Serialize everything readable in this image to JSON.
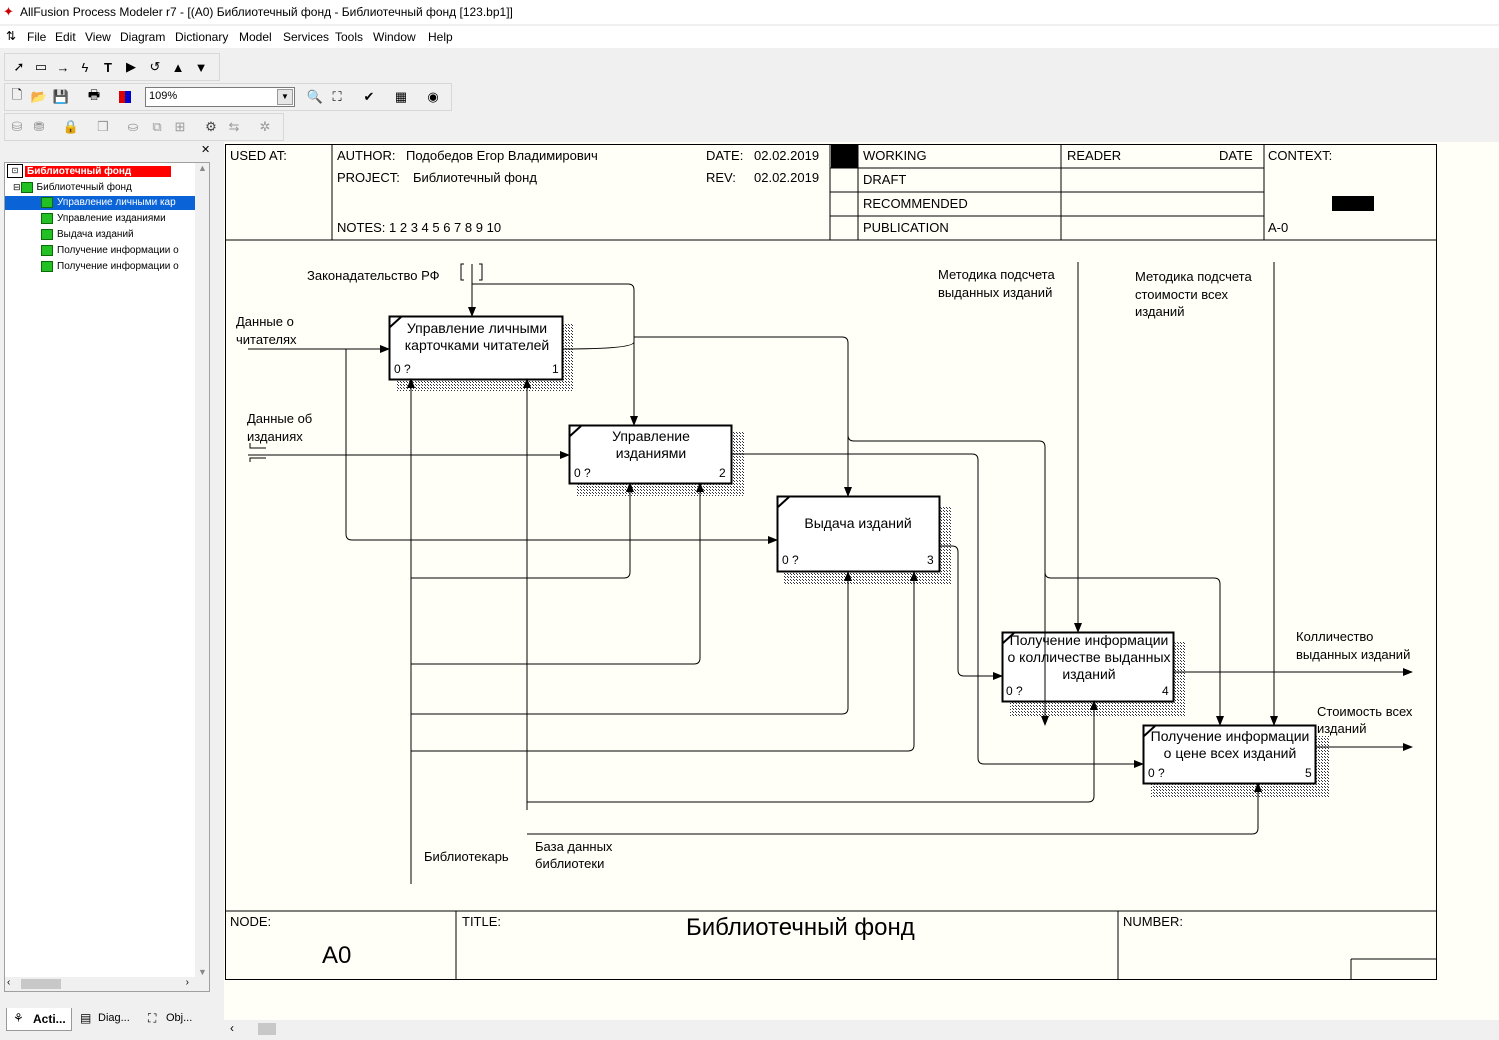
{
  "window": {
    "title": "AllFusion Process Modeler r7 - [(A0) Библиотечный фонд - Библиотечный фонд  [123.bp1]]"
  },
  "menu": [
    "File",
    "Edit",
    "View",
    "Diagram",
    "Dictionary",
    "Model",
    "Services",
    "Tools",
    "Window",
    "Help"
  ],
  "toolbar": {
    "zoom": "109%"
  },
  "tree": {
    "root": "Библиотечный фонд",
    "child": "Библиотечный фонд",
    "items": [
      "Управление личными кар",
      "Управление изданиями",
      "Выдача изданий",
      "Получение информации о",
      "Получение информации о"
    ]
  },
  "bottom_tabs": [
    "Acti...",
    "Diag...",
    "Obj..."
  ],
  "header": {
    "used_at": "USED AT:",
    "author_label": "AUTHOR:",
    "author": "Подобедов Егор Владимирович",
    "date_label": "DATE:",
    "date": "02.02.2019",
    "project_label": "PROJECT:",
    "project": "Библиотечный фонд",
    "rev_label": "REV:",
    "rev": "02.02.2019",
    "notes": "NOTES:  1  2  3  4  5  6  7  8  9  10",
    "status": [
      "WORKING",
      "DRAFT",
      "RECOMMENDED",
      "PUBLICATION"
    ],
    "reader": "READER",
    "reader_date": "DATE",
    "context": "CONTEXT:",
    "context_node": "A-0"
  },
  "boxes": [
    {
      "title": "Управление личными карточками читателей",
      "cost": "0 ?",
      "num": "1"
    },
    {
      "title": "Управление изданиями",
      "cost": "0 ?",
      "num": "2"
    },
    {
      "title": "Выдача изданий",
      "cost": "0 ?",
      "num": "3"
    },
    {
      "title": "Получение информации о колличестве выданных изданий",
      "cost": "0 ?",
      "num": "4"
    },
    {
      "title": "Получение информации о цене всех изданий",
      "cost": "0 ?",
      "num": "5"
    }
  ],
  "arrows": {
    "law": "Законадательство РФ",
    "readers_l1": "Данные о",
    "readers_l2": "читателях",
    "pubs_l1": "Данные об",
    "pubs_l2": "изданиях",
    "method1_l1": "Методика подсчета",
    "method1_l2": "выданных изданий",
    "method2_l1": "Методика подсчета",
    "method2_l2": "стоимости всех",
    "method2_l3": "изданий",
    "out1_l1": "Колличество",
    "out1_l2": "выданных изданий",
    "out2_l1": "Стоимость всех",
    "out2_l2": "изданий",
    "librarian": "Библиотекарь",
    "db_l1": "База данных",
    "db_l2": "библиотеки"
  },
  "footer": {
    "node_label": "NODE:",
    "node": "A0",
    "title_label": "TITLE:",
    "title": "Библиотечный фонд",
    "number_label": "NUMBER:"
  }
}
